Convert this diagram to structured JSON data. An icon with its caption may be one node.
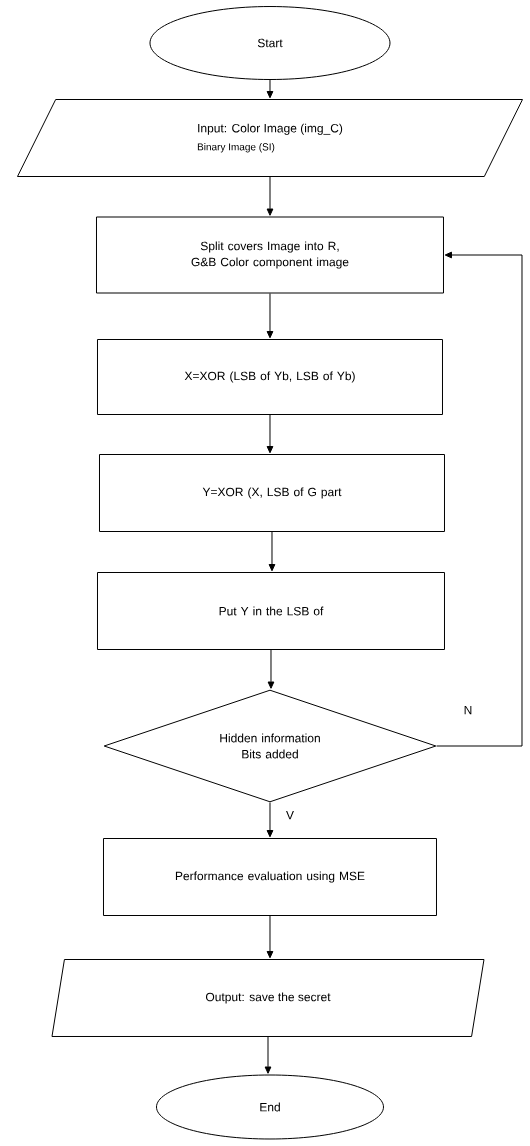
{
  "diagram": {
    "nodes": [
      {
        "text": [
          "Start"
        ]
      },
      {
        "text": [
          "Input: Color Image (img_C)",
          "Binary Image (SI)"
        ]
      },
      {
        "text": [
          "Split covers Image into R, G&B Color component image"
        ]
      },
      {
        "text": [
          "X=XOR (LSB of Yb, LSB of Yb)"
        ]
      },
      {
        "text": [
          "Y=XOR (X, LSB of G part"
        ]
      },
      {
        "text": [
          "Put Y in the LSB of"
        ]
      },
      {
        "text": [
          "Hidden information Bits added"
        ]
      },
      {
        "text": [
          "Performance evaluation using MSE"
        ]
      },
      {
        "text": [
          "Output:  save the secret"
        ]
      },
      {
        "text": [
          "End"
        ]
      }
    ],
    "edges": [
      {
        "from": 0,
        "to": 1,
        "arrow": "to"
      },
      {
        "from": 1,
        "to": 2,
        "arrow": "to"
      },
      {
        "from": 2,
        "to": 3,
        "arrow": "to"
      },
      {
        "from": 3,
        "to": 4,
        "arrow": "to"
      },
      {
        "from": 4,
        "to": 5,
        "arrow": "to"
      },
      {
        "from": 5,
        "to": 6,
        "arrow": "to"
      },
      {
        "from": 6,
        "to": 2,
        "arrow": "to",
        "label": "N"
      },
      {
        "from": 6,
        "to": 7,
        "arrow": "to",
        "label": "V"
      },
      {
        "from": 7,
        "to": 8,
        "arrow": "to"
      },
      {
        "from": 8,
        "to": 9,
        "arrow": "to"
      }
    ]
  }
}
